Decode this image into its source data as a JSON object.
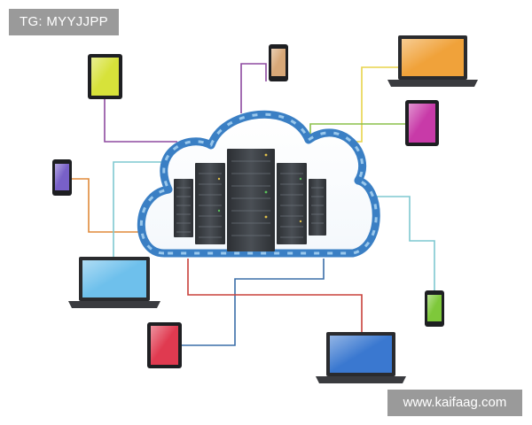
{
  "watermark_top": "TG: MYYJJPP",
  "watermark_bottom": "www.kaifaag.com",
  "colors": {
    "cloud_outline": "#3a7fc4",
    "cloud_accent": "#9ac8ec",
    "server_body": "#3b3f44",
    "wire_purple": "#8e4aa0",
    "wire_yellow": "#e8d34a",
    "wire_green": "#8cc04a",
    "wire_orange": "#e08a3a",
    "wire_teal": "#7ec8d0",
    "wire_red": "#c8403a",
    "wire_blue": "#3a6ea8"
  },
  "devices": [
    {
      "type": "tablet",
      "screen": "#d7e23a"
    },
    {
      "type": "phone",
      "screen": "#d8a878"
    },
    {
      "type": "laptop",
      "screen": "#f0a23a"
    },
    {
      "type": "tablet",
      "screen": "#c83aa8"
    },
    {
      "type": "phone",
      "screen": "#7860c8"
    },
    {
      "type": "laptop",
      "screen": "#6ec0ec"
    },
    {
      "type": "phone",
      "screen": "#7ec83a"
    },
    {
      "type": "tablet",
      "screen": "#e03a50"
    },
    {
      "type": "laptop",
      "screen": "#3a78d0"
    }
  ]
}
